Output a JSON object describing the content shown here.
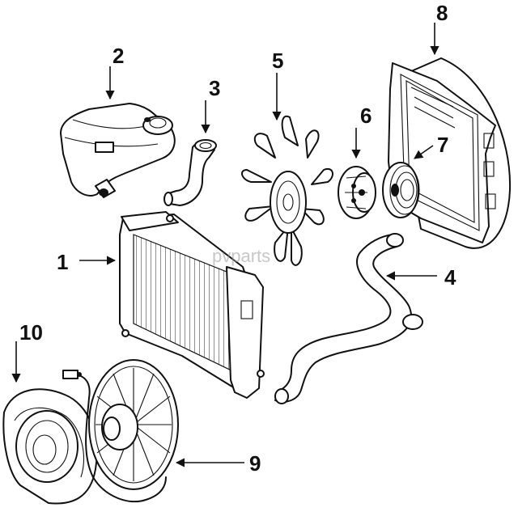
{
  "diagram": {
    "watermark": "pvparts",
    "callouts": [
      {
        "id": "radiator",
        "label": "1"
      },
      {
        "id": "coolant-reservoir",
        "label": "2"
      },
      {
        "id": "upper-hose",
        "label": "3"
      },
      {
        "id": "lower-hose",
        "label": "4"
      },
      {
        "id": "fan-blade",
        "label": "5"
      },
      {
        "id": "fan-clutch",
        "label": "6"
      },
      {
        "id": "water-pump-pulley",
        "label": "7"
      },
      {
        "id": "fan-shroud",
        "label": "8"
      },
      {
        "id": "electric-fan",
        "label": "9"
      },
      {
        "id": "fan-shroud-aux",
        "label": "10"
      }
    ]
  }
}
